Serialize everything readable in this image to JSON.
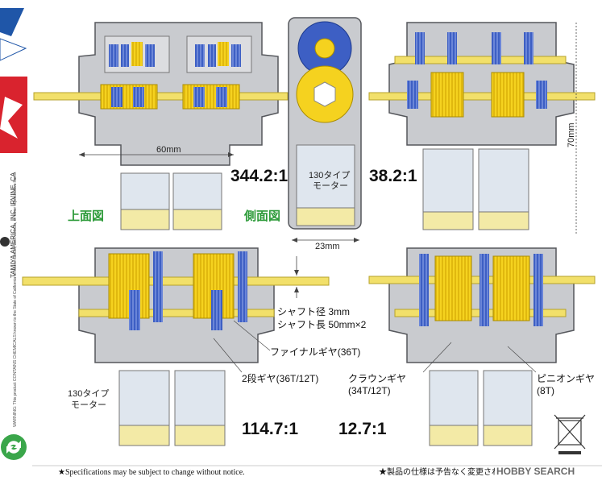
{
  "colors": {
    "housing": "#c9cbcf",
    "housing_dark": "#8e9095",
    "motor": "#dfe6ee",
    "motor_cap": "#f3eaa6",
    "gear_blue": "#3d5fc4",
    "gear_yellow": "#f5d21f",
    "shaft": "#f2e06a",
    "tamiya_red": "#d9232e",
    "tamiya_blue": "#1f56a8",
    "green_text": "#2e9b3a",
    "recycle_green": "#3aa64a"
  },
  "ratios": {
    "r1": "344.2:1",
    "r2": "38.2:1",
    "r3": "114.7:1",
    "r4": "12.7:1"
  },
  "view_labels": {
    "top_view": "上面図",
    "side_view": "側面図"
  },
  "dimensions": {
    "width_60": "60mm",
    "width_23": "23mm",
    "height_70": "70mm"
  },
  "motor_labels": {
    "center": "130タイプ\nモーター",
    "center_line1": "130タイプ",
    "center_line2": "モーター",
    "bottom_line1": "130タイプ",
    "bottom_line2": "モーター"
  },
  "callouts": {
    "shaft_diameter": "シャフト径 3mm",
    "shaft_length": "シャフト長 50mm×2",
    "final_gear": "ファイナルギヤ(36T)",
    "two_stage_gear": "2段ギヤ(36T/12T)",
    "crown_gear_line1": "クラウンギヤ",
    "crown_gear_line2": "(34T/12T)",
    "pinion_gear_line1": "ピニオンギヤ",
    "pinion_gear_line2": "(8T)"
  },
  "side_text": {
    "company": "TAMIYA AMERICA, INC. IRVINE, CA",
    "warning": "WARNING: This product CONTAINS CHEMICALS known to the State of California to cause cancer, birth defects, or other reproductive harm."
  },
  "footer": {
    "left_note": "★Specifications may be subject to change without notice.",
    "right_note": "★製品の仕様は予告なく変更される場合があります。",
    "watermark": "HOBBY SEARCH"
  }
}
